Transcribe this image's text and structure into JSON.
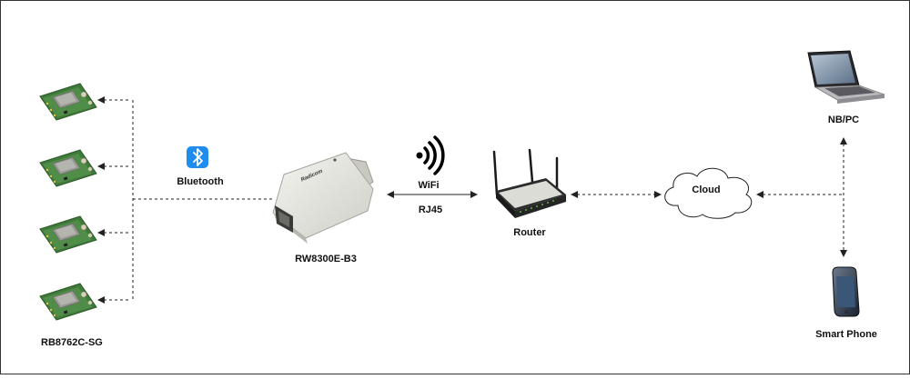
{
  "labels": {
    "sensor_modules": "RB8762C-SG",
    "bluetooth": "Bluetooth",
    "gateway": "RW8300E-B3",
    "gateway_brand": "Radicom",
    "wifi": "WiFi",
    "rj45": "RJ45",
    "router": "Router",
    "cloud": "Cloud",
    "nb_pc": "NB/PC",
    "smart_phone": "Smart Phone"
  },
  "colors": {
    "border": "#333333",
    "line": "#222222",
    "bluetooth_bg": "#1f8cf0",
    "pcb": "#3f7a3b",
    "gateway_body": "#e8e8e3"
  },
  "icons": {
    "bluetooth": "bluetooth-icon",
    "wifi": "wifi-signal-icon"
  }
}
